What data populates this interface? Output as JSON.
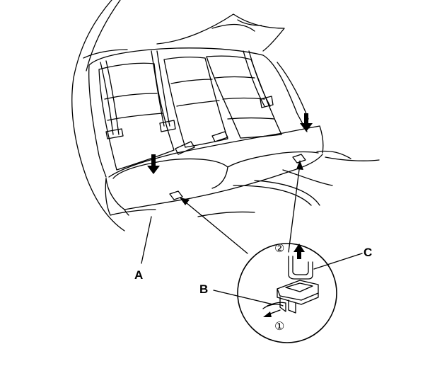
{
  "callouts": {
    "a": "A",
    "b": "B",
    "c": "C"
  },
  "steps": {
    "one": "①",
    "two": "②"
  }
}
